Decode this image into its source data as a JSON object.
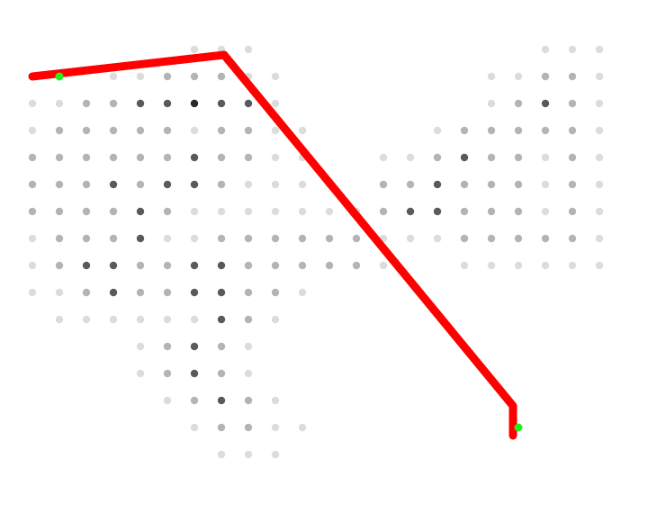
{
  "colors": {
    "background": "#ffffff",
    "path": "#ff0000",
    "endpoint": "#22ee22"
  },
  "grid": {
    "columns": 22,
    "rows": 16,
    "dot_intensity_rows": [
      "0000001110000000000111",
      "0001122211000000011221",
      "1122334331000000012321",
      "1222221221100001222221",
      "2222223221100112322121",
      "2223233211110223222121",
      "2222321111111233222121",
      "1222311222222111222221",
      "1233223322222100111111",
      "1123223322100000000000",
      "0111111321000000000000",
      "0000123210000000000000",
      "0000123210000000000000",
      "0000012321000000000000",
      "0000001221100000000000",
      "0000000111000000000000"
    ]
  },
  "path": {
    "points": [
      [
        0,
        1
      ],
      [
        7.1,
        0.2
      ],
      [
        17.8,
        13.2
      ],
      [
        17.8,
        14.3
      ]
    ]
  },
  "endpoints": [
    [
      1,
      1
    ],
    [
      18,
      14
    ]
  ]
}
